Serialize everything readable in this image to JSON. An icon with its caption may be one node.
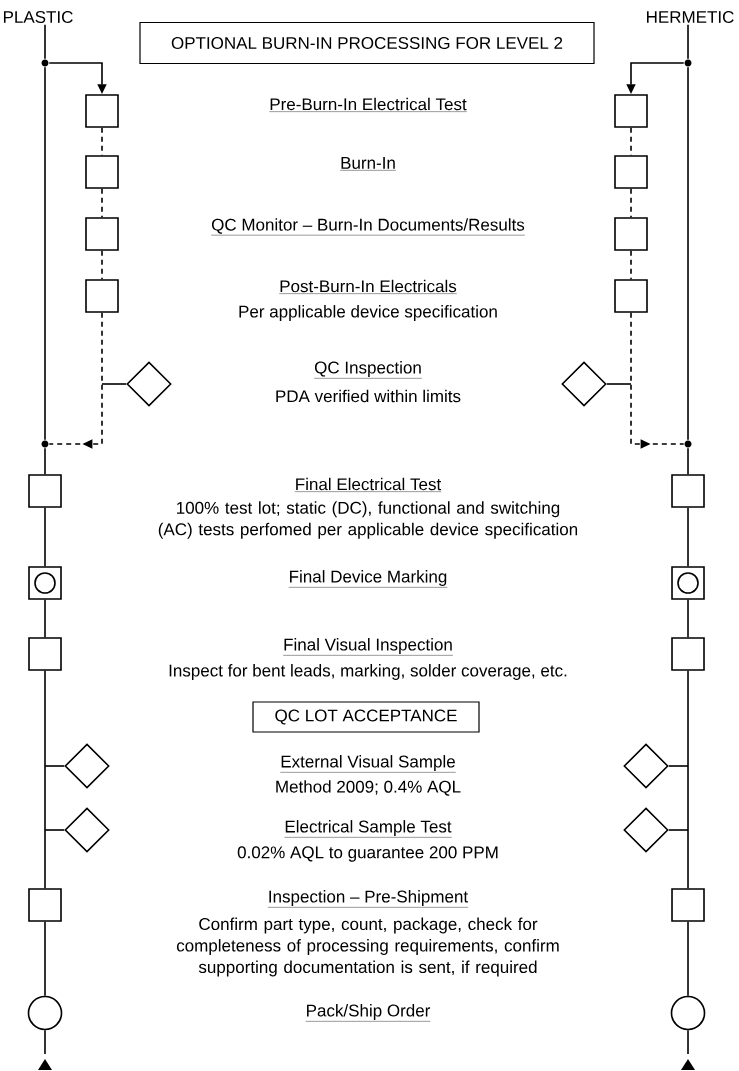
{
  "diagram": {
    "nodes": [
      {
        "text": [
          "PLASTIC"
        ]
      },
      {
        "text": [
          "HERMETIC"
        ]
      },
      {
        "text": [
          "OPTIONAL BURN-IN PROCESSING FOR LEVEL 2"
        ]
      },
      {
        "text": [
          "QC LOT ACCEPTANCE"
        ]
      },
      {
        "text": [],
        "shape": "dot"
      },
      {
        "text": [],
        "shape": "box"
      },
      {
        "text": [],
        "shape": "box"
      },
      {
        "text": [],
        "shape": "box"
      },
      {
        "text": [],
        "shape": "box"
      },
      {
        "text": [],
        "shape": "diamond"
      },
      {
        "text": [],
        "shape": "dot"
      },
      {
        "text": [],
        "shape": "box"
      },
      {
        "text": [],
        "shape": "box"
      },
      {
        "text": [],
        "shape": "circle",
        "in": 12
      },
      {
        "text": [],
        "shape": "box"
      },
      {
        "text": [],
        "shape": "diamond"
      },
      {
        "text": [],
        "shape": "diamond"
      },
      {
        "text": [],
        "shape": "box"
      },
      {
        "text": [],
        "shape": "circle"
      },
      {
        "text": [],
        "shape": "dot"
      },
      {
        "text": [],
        "shape": "box"
      },
      {
        "text": [],
        "shape": "box"
      },
      {
        "text": [],
        "shape": "box"
      },
      {
        "text": [],
        "shape": "box"
      },
      {
        "text": [],
        "shape": "diamond"
      },
      {
        "text": [],
        "shape": "dot"
      },
      {
        "text": [],
        "shape": "box"
      },
      {
        "text": [],
        "shape": "box"
      },
      {
        "text": [],
        "shape": "circle",
        "in": 27
      },
      {
        "text": [],
        "shape": "box"
      },
      {
        "text": [],
        "shape": "diamond"
      },
      {
        "text": [],
        "shape": "diamond"
      },
      {
        "text": [],
        "shape": "box"
      },
      {
        "text": [],
        "shape": "circle"
      }
    ],
    "edges": [
      {
        "from": 0,
        "to": 4,
        "arrow": "none"
      },
      {
        "from": 4,
        "to": 10,
        "arrow": "none"
      },
      {
        "from": 4,
        "to": 5,
        "arrow": "to"
      },
      {
        "from": 5,
        "to": 6,
        "arrow": "none",
        "style": "dashed"
      },
      {
        "from": 6,
        "to": 7,
        "arrow": "none",
        "style": "dashed"
      },
      {
        "from": 7,
        "to": 8,
        "arrow": "none",
        "style": "dashed"
      },
      {
        "from": 8,
        "to": 10,
        "arrow": "to",
        "style": "dashed"
      },
      {
        "from": 9,
        "to": null,
        "arrow": "none"
      },
      {
        "from": 10,
        "to": 11,
        "arrow": "none"
      },
      {
        "from": 11,
        "to": 12,
        "arrow": "none"
      },
      {
        "from": 12,
        "to": 14,
        "arrow": "none"
      },
      {
        "from": 14,
        "to": 17,
        "arrow": "none"
      },
      {
        "from": 15,
        "to": null,
        "arrow": "none"
      },
      {
        "from": 16,
        "to": null,
        "arrow": "none"
      },
      {
        "from": 17,
        "to": 18,
        "arrow": "none"
      },
      {
        "from": 18,
        "to": null,
        "arrow": "none"
      },
      {
        "from": 1,
        "to": 19,
        "arrow": "none"
      },
      {
        "from": 19,
        "to": 25,
        "arrow": "none"
      },
      {
        "from": 19,
        "to": 20,
        "arrow": "to"
      },
      {
        "from": 20,
        "to": 21,
        "arrow": "none",
        "style": "dashed"
      },
      {
        "from": 21,
        "to": 22,
        "arrow": "none",
        "style": "dashed"
      },
      {
        "from": 22,
        "to": 23,
        "arrow": "none",
        "style": "dashed"
      },
      {
        "from": 23,
        "to": 25,
        "arrow": "to",
        "style": "dashed"
      },
      {
        "from": 24,
        "to": null,
        "arrow": "none"
      },
      {
        "from": 25,
        "to": 26,
        "arrow": "none"
      },
      {
        "from": 26,
        "to": 27,
        "arrow": "none"
      },
      {
        "from": 27,
        "to": 29,
        "arrow": "none"
      },
      {
        "from": 29,
        "to": 32,
        "arrow": "none"
      },
      {
        "from": 30,
        "to": null,
        "arrow": "none"
      },
      {
        "from": 31,
        "to": null,
        "arrow": "none"
      },
      {
        "from": 32,
        "to": 33,
        "arrow": "none"
      },
      {
        "from": 33,
        "to": null,
        "arrow": "none"
      }
    ],
    "labels": [
      "Pre-Burn-In Electrical Test",
      "Burn-In",
      "QC Monitor – Burn-In Documents/Results",
      "Post-Burn-In Electricals",
      "Per applicable device specification",
      "QC Inspection",
      "PDA verified within limits",
      "Final Electrical Test",
      "100% test lot; static (DC), functional and switching (AC) tests perfomed per applicable device specification",
      "Final Device Marking",
      "Final Visual Inspection",
      "Inspect for bent leads, marking, solder coverage, etc.",
      "External Visual Sample",
      "Method 2009; 0.4% AQL",
      "Electrical Sample Test",
      "0.02% AQL to guarantee 200 PPM",
      "Inspection – Pre-Shipment",
      "Confirm part type, count, package, check for completeness of processing requirements, confirm supporting documentation is sent, if required",
      "Pack/Ship Order"
    ]
  }
}
